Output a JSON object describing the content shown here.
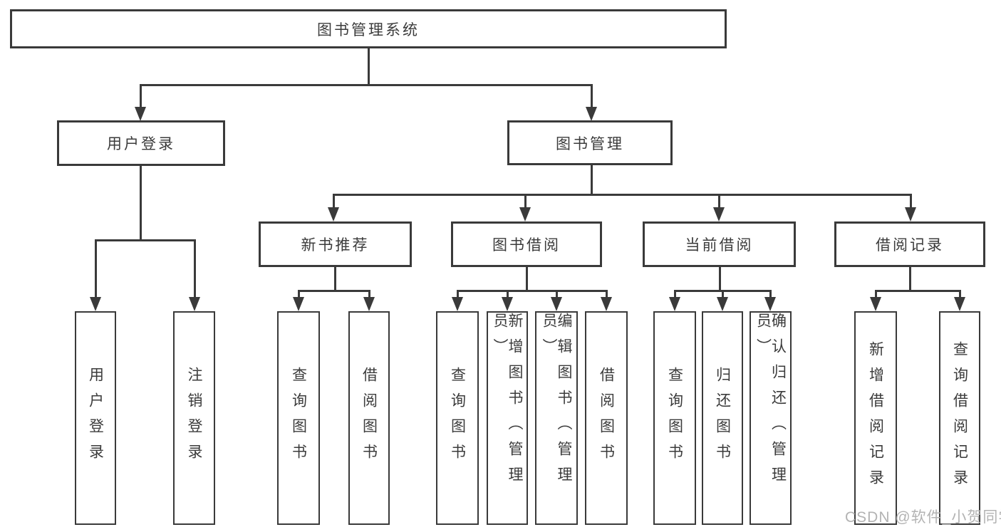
{
  "tree": {
    "root": "图书管理系统",
    "branches": [
      {
        "label": "用户登录",
        "children": [
          "用户登录",
          "注销登录"
        ]
      },
      {
        "label": "图书管理",
        "sections": [
          {
            "label": "新书推荐",
            "children": [
              "查询图书",
              "借阅图书"
            ]
          },
          {
            "label": "图书借阅",
            "children": [
              "查询图书",
              "新增图书（管理员）",
              "编辑图书（管理员）",
              "借阅图书"
            ]
          },
          {
            "label": "当前借阅",
            "children": [
              "查询图书",
              "归还图书",
              "确认归还（管理员）"
            ]
          },
          {
            "label": "借阅记录",
            "children": [
              "新增借阅记录",
              "查询借阅记录"
            ]
          }
        ]
      }
    ]
  },
  "watermark": {
    "text": "CSDN @软件_小贺同学",
    "color": "#b3b3b3"
  },
  "colors": {
    "line": "#3a3a3a",
    "text": "#3b3b3b",
    "background": "#ffffff"
  }
}
